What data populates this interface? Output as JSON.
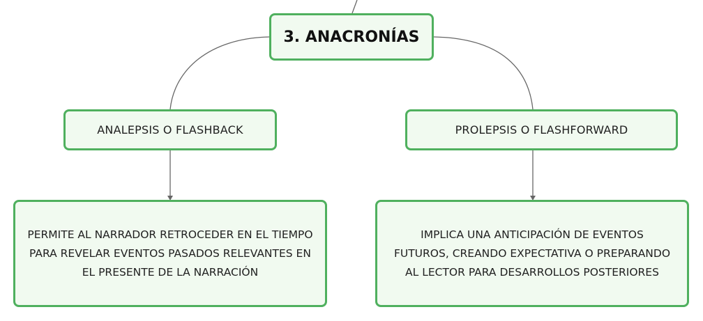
{
  "colors": {
    "node_border": "#4fb05e",
    "node_fill": "#f1faf0",
    "connector": "#666666",
    "text": "#1f1f1f"
  },
  "root": {
    "label": "3. ANACRONÍAS"
  },
  "branches": [
    {
      "label": "ANALEPSIS O FLASHBACK",
      "description": [
        "PERMITE AL NARRADOR RETROCEDER EN EL TIEMPO",
        "PARA REVELAR EVENTOS PASADOS RELEVANTES EN",
        "EL PRESENTE DE LA NARRACIÓN"
      ]
    },
    {
      "label": "PROLEPSIS O FLASHFORWARD",
      "description": [
        "IMPLICA UNA ANTICIPACIÓN DE EVENTOS",
        "FUTUROS, CREANDO EXPECTATIVA O PREPARANDO",
        "AL LECTOR PARA DESARROLLOS POSTERIORES"
      ]
    }
  ]
}
